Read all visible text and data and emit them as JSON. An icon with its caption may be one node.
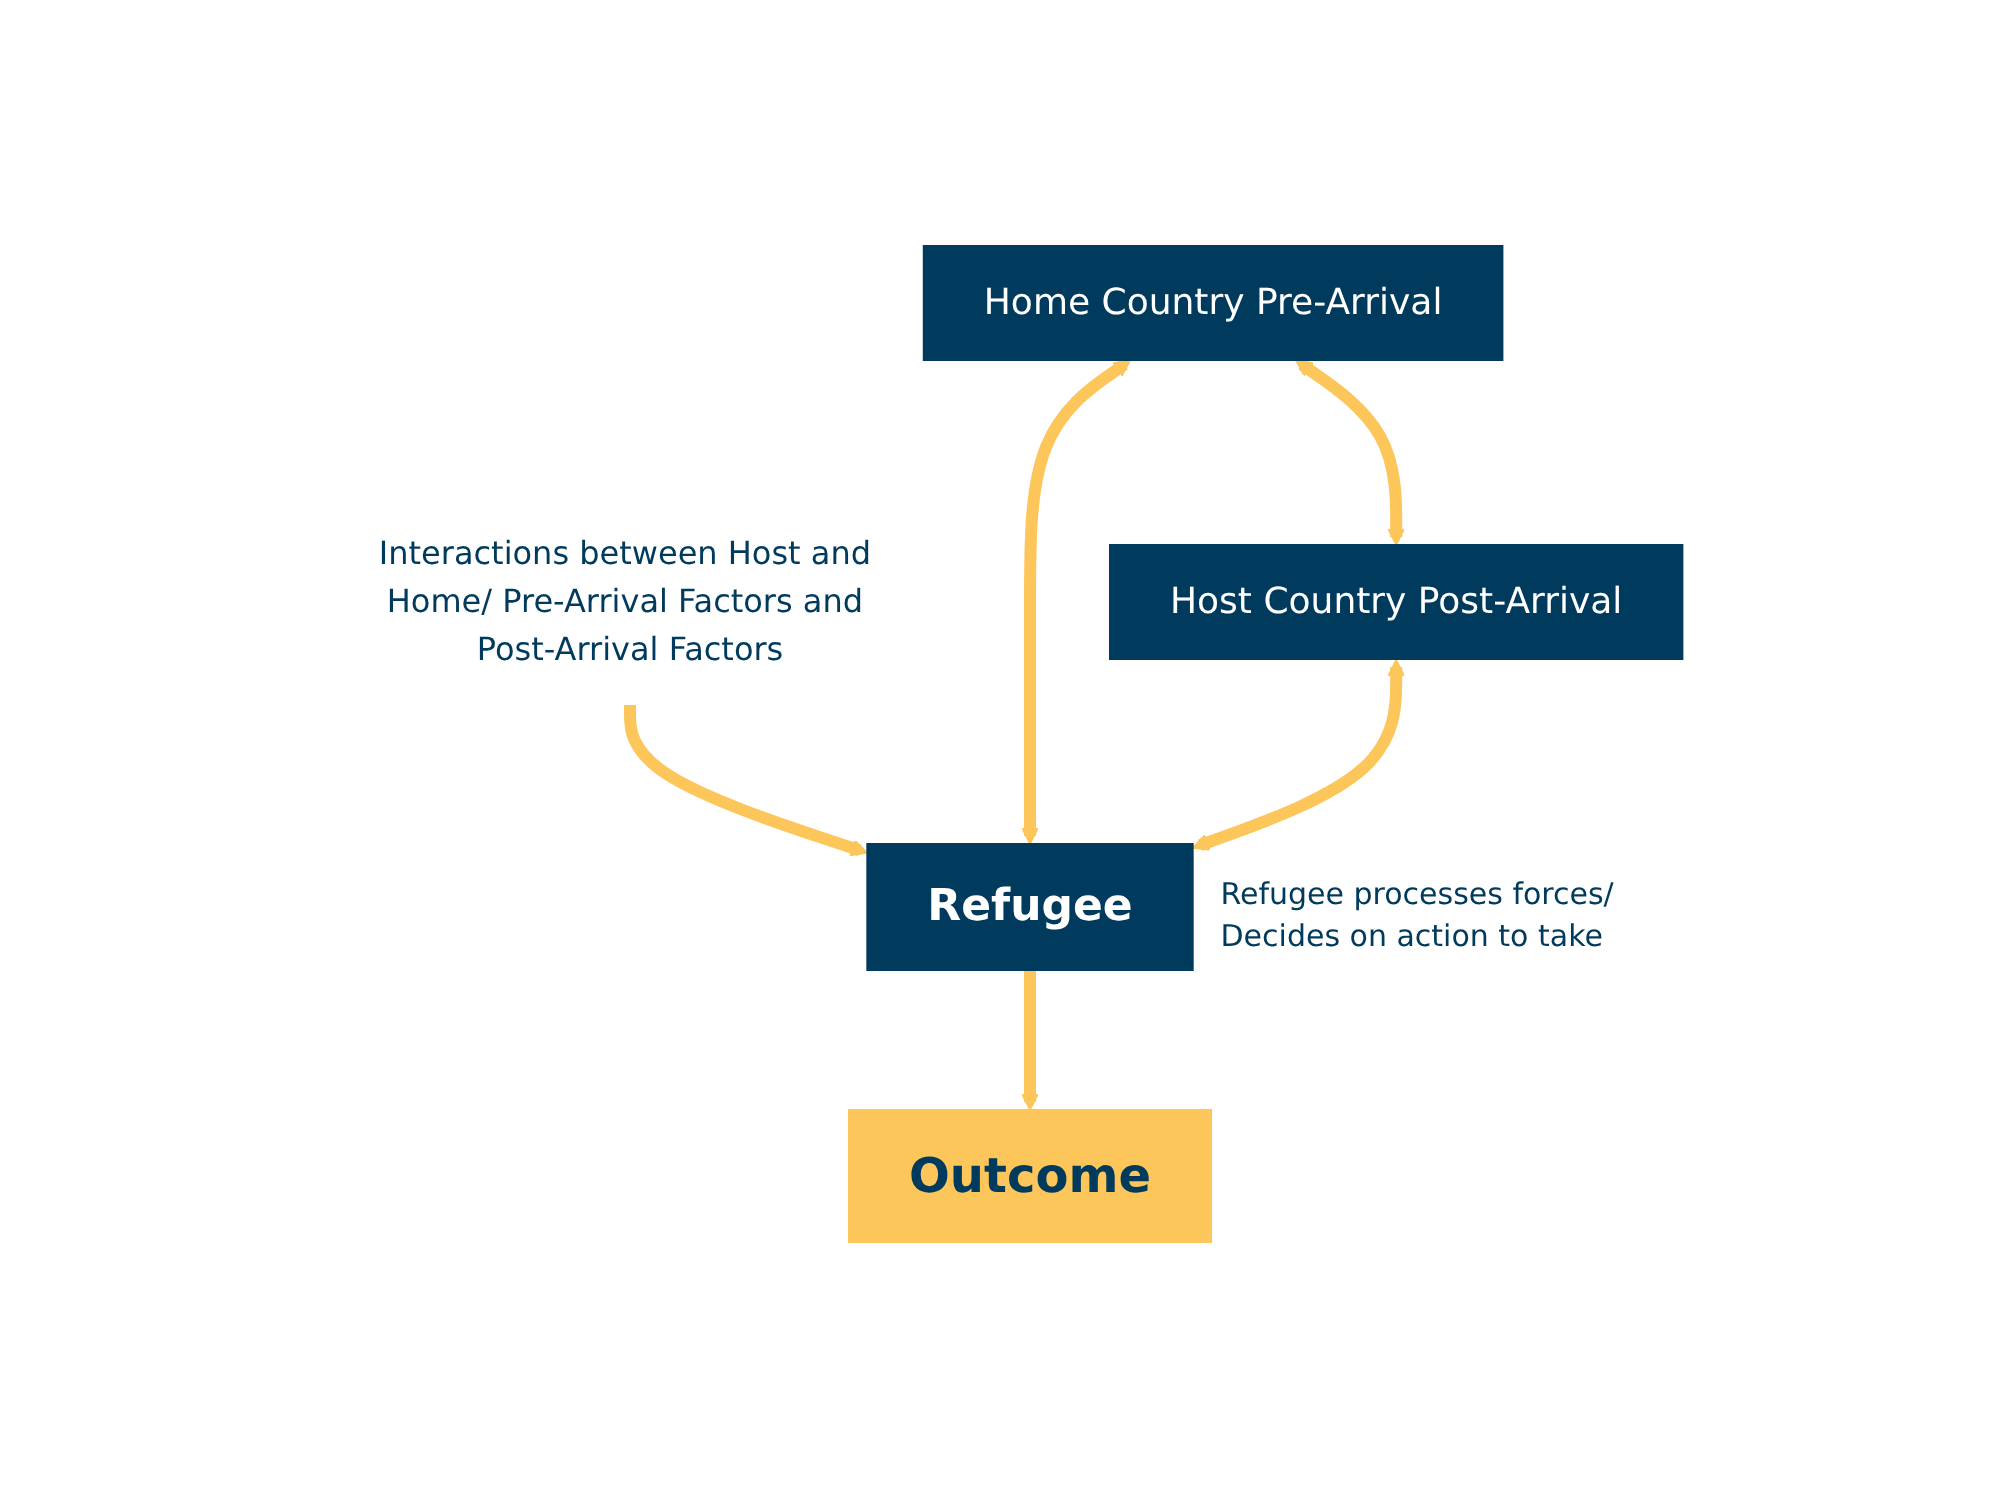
{
  "diagram": {
    "nodes": [
      {
        "text": [
          "Home Country Pre-Arrival"
        ]
      },
      {
        "text": [
          "Interactions between Host and Home/ Pre-Arrival Factors and Post-Arrival Factors"
        ]
      },
      {
        "text": [
          "Host Country Post-Arrival"
        ]
      },
      {
        "text": [
          "Refugee"
        ],
        "beside": [
          "Refugee processes forces/ Decides on action to take"
        ]
      },
      {
        "text": [
          "Outcome"
        ]
      }
    ],
    "edges": [
      {
        "from": 1,
        "to": 3,
        "arrow": "to"
      },
      {
        "from": 0,
        "to": 3,
        "arrow": "both"
      },
      {
        "from": 2,
        "to": 3,
        "arrow": "both"
      },
      {
        "from": 0,
        "to": 2,
        "arrow": "both"
      },
      {
        "from": 3,
        "to": 4,
        "arrow": "to"
      }
    ]
  }
}
